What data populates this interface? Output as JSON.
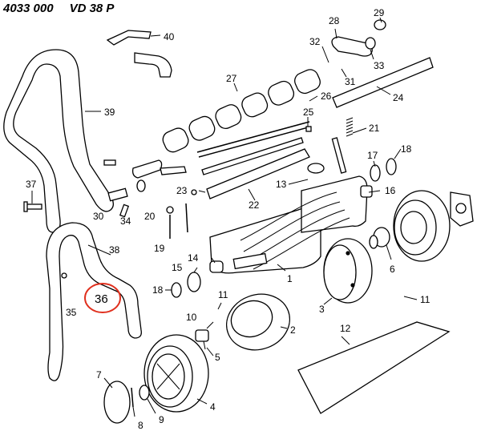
{
  "header": {
    "part_number": "4033 000",
    "model": "VD 38 P"
  },
  "callouts": [
    "1",
    "2",
    "3",
    "4",
    "5",
    "6",
    "7",
    "8",
    "9",
    "10",
    "11",
    "12",
    "13",
    "14",
    "15",
    "16",
    "17",
    "18",
    "19",
    "20",
    "21",
    "22",
    "23",
    "24",
    "25",
    "26",
    "27",
    "28",
    "29",
    "30",
    "31",
    "32",
    "33",
    "34",
    "35",
    "36",
    "37",
    "38",
    "39",
    "40"
  ],
  "highlight": {
    "label": "36",
    "color": "#e0301e"
  }
}
